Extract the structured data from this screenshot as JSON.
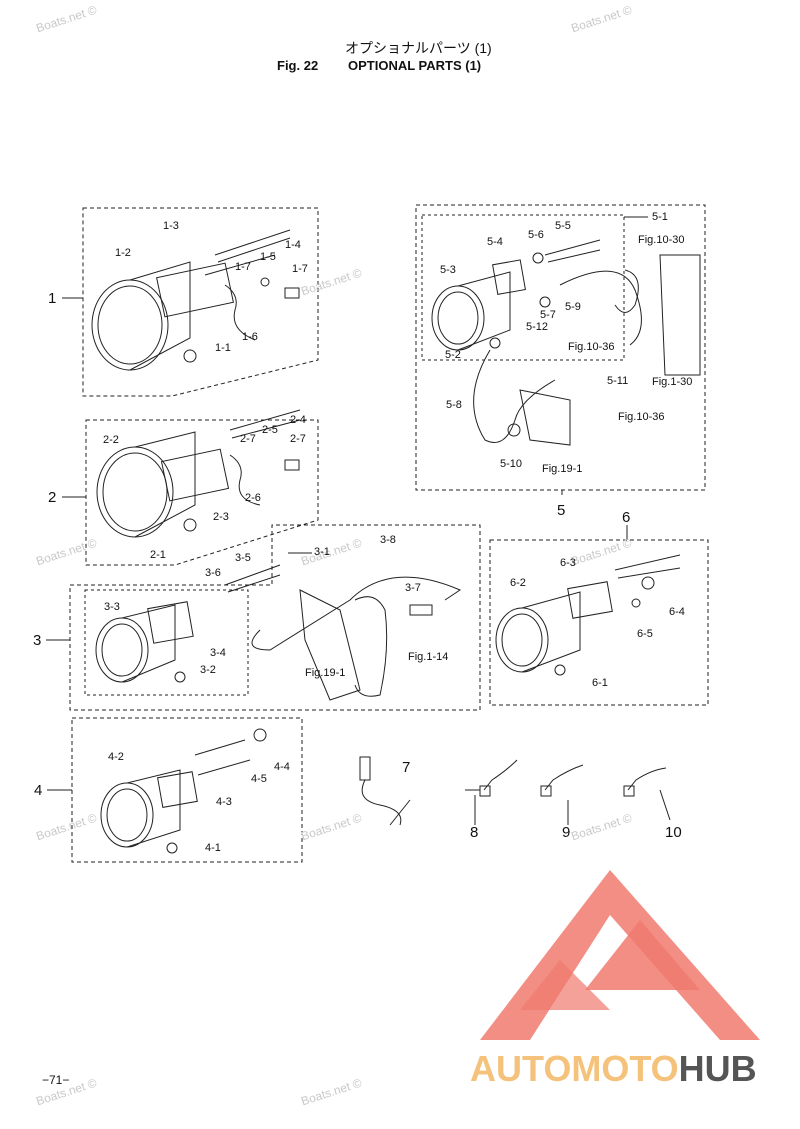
{
  "header": {
    "title_jp": "オプショナルパーツ (1)",
    "fig": "Fig. 22",
    "title_en": "OPTIONAL PARTS (1)"
  },
  "page_number": "−71−",
  "watermark": "Boats.net ©",
  "brand": {
    "part1": "AUTOMOTO",
    "part2": "HUB",
    "color_a": "#f4c27a",
    "color_b": "#555555",
    "logo_color": "#f07a6e"
  },
  "groups": {
    "g1": "1",
    "g2": "2",
    "g3": "3",
    "g4": "4",
    "g5": "5",
    "g6": "6",
    "g7": "7",
    "g8": "8",
    "g9": "9",
    "g10": "10"
  },
  "parts": {
    "p1_1": "1-1",
    "p1_2": "1-2",
    "p1_3": "1-3",
    "p1_4": "1-4",
    "p1_5": "1-5",
    "p1_6": "1-6",
    "p1_7a": "1-7",
    "p1_7b": "1-7",
    "p2_1": "2-1",
    "p2_2": "2-2",
    "p2_3": "2-3",
    "p2_4": "2-4",
    "p2_5": "2-5",
    "p2_6": "2-6",
    "p2_7a": "2-7",
    "p2_7b": "2-7",
    "p3_1": "3-1",
    "p3_2": "3-2",
    "p3_3": "3-3",
    "p3_4": "3-4",
    "p3_5": "3-5",
    "p3_6": "3-6",
    "p3_7": "3-7",
    "p3_8": "3-8",
    "p3_fig19": "Fig.19-1",
    "p3_fig1": "Fig.1-14",
    "p4_1": "4-1",
    "p4_2": "4-2",
    "p4_3": "4-3",
    "p4_4": "4-4",
    "p4_5": "4-5",
    "p5_1": "5-1",
    "p5_2": "5-2",
    "p5_3": "5-3",
    "p5_4": "5-4",
    "p5_5": "5-5",
    "p5_6": "5-6",
    "p5_7": "5-7",
    "p5_8": "5-8",
    "p5_9": "5-9",
    "p5_10": "5-10",
    "p5_11": "5-11",
    "p5_12": "5-12",
    "p5_fig10_30": "Fig.10-30",
    "p5_fig10_36a": "Fig.10-36",
    "p5_fig10_36b": "Fig.10-36",
    "p5_fig1_30": "Fig.1-30",
    "p5_fig19": "Fig.19-1",
    "p6_1": "6-1",
    "p6_2": "6-2",
    "p6_3": "6-3",
    "p6_4": "6-4",
    "p6_5": "6-5"
  }
}
